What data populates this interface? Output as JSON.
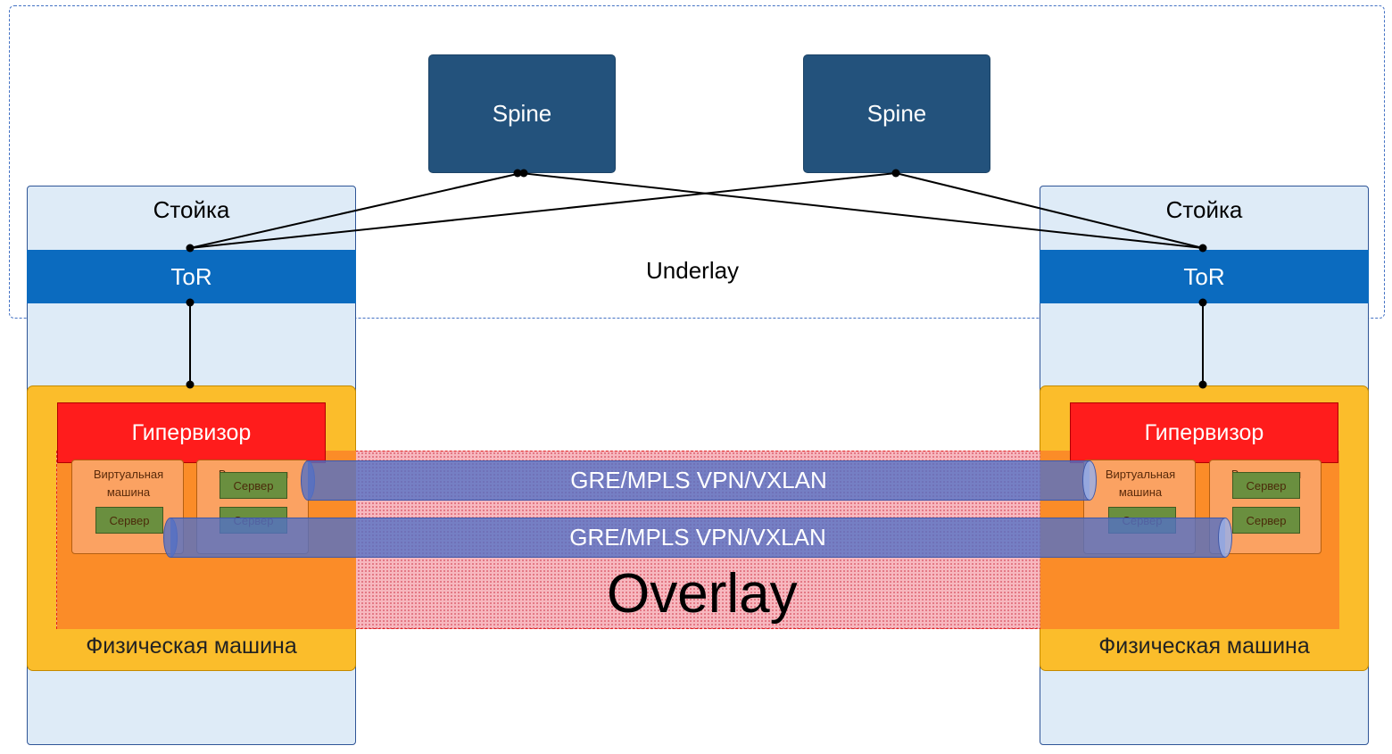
{
  "underlay": {
    "label": "Underlay"
  },
  "overlay": {
    "label": "Overlay"
  },
  "spines": [
    {
      "label": "Spine"
    },
    {
      "label": "Spine"
    }
  ],
  "racks": [
    {
      "label": "Стойка",
      "tor": "ToR",
      "host": {
        "label": "Физическая машина",
        "hypervisor": "Гипервизор",
        "vms": [
          {
            "label": "Виртуальная машина",
            "servers": [
              "Сервер"
            ]
          },
          {
            "label": "Виртуальная машина",
            "servers": [
              "Сервер",
              "Сервер"
            ]
          }
        ]
      }
    },
    {
      "label": "Стойка",
      "tor": "ToR",
      "host": {
        "label": "Физическая машина",
        "hypervisor": "Гипервизор",
        "vms": [
          {
            "label": "Виртуальная машина",
            "servers": [
              "Сервер"
            ]
          },
          {
            "label": "Виртуальная машина",
            "servers": [
              "Сервер",
              "Сервер"
            ]
          }
        ]
      }
    }
  ],
  "tunnels": [
    {
      "label": "GRE/MPLS VPN/VXLAN"
    },
    {
      "label": "GRE/MPLS VPN/VXLAN"
    }
  ],
  "colors": {
    "spine": "#23527c",
    "tor": "#0b6bbf",
    "rack": "#deebf7",
    "host": "#fbbd2b",
    "hypervisor": "#ff1c1c",
    "vm": "#fba262",
    "server": "#6a8f3f",
    "tunnel": "#5470c6",
    "overlay": "#f4a0aa"
  }
}
